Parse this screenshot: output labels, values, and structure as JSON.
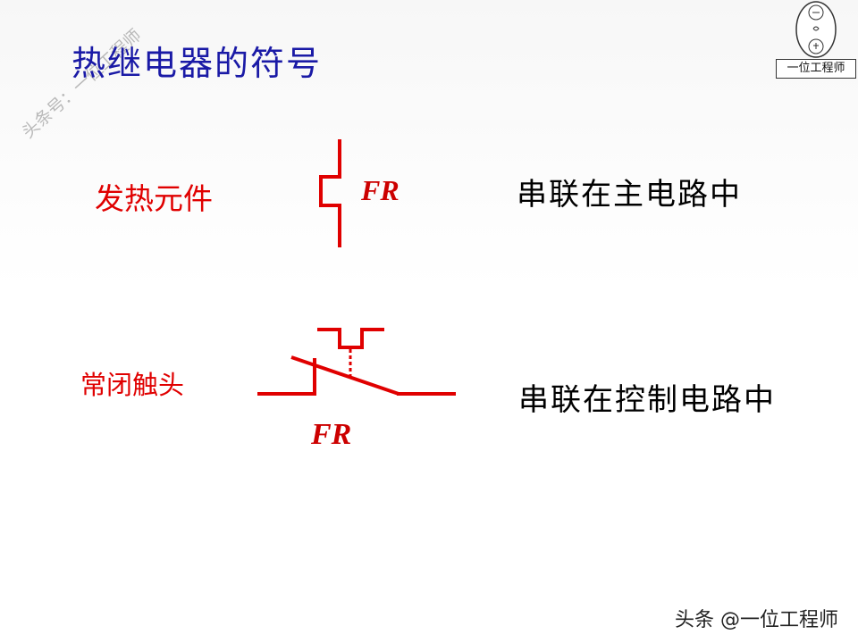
{
  "title": "热继电器的符号",
  "watermark": "头条号：一位工程师",
  "logo": {
    "caption": "一位工程师"
  },
  "heating_element": {
    "label": "发热元件",
    "symbol_label": "FR",
    "description": "串联在主电路中"
  },
  "nc_contact": {
    "label": "常闭触头",
    "symbol_label": "FR",
    "description": "串联在控制电路中"
  },
  "footer": "头条 @一位工程师",
  "colors": {
    "title": "#1a1aa6",
    "symbol": "#e00000",
    "text": "#000000"
  }
}
